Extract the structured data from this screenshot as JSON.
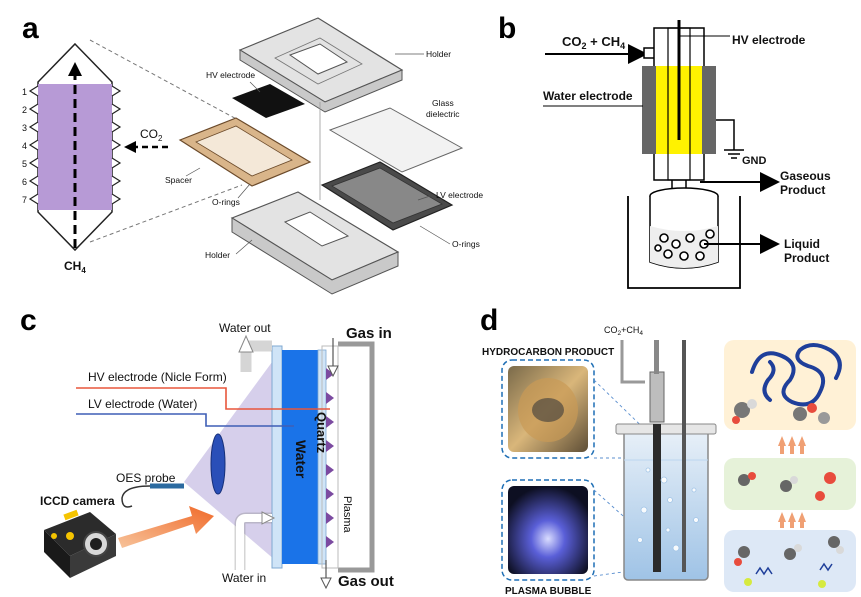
{
  "panels": {
    "a": {
      "letter": "a",
      "channel_numbers": [
        "1",
        "2",
        "3",
        "4",
        "5",
        "6",
        "7"
      ],
      "co2_label": "CO",
      "co2_sub": "2",
      "ch4_label": "CH",
      "ch4_sub": "4",
      "parts": {
        "holder_top": "Holder",
        "hv_electrode": "HV electrode",
        "glass_dielectric_1": "Glass",
        "glass_dielectric_2": "dielectric",
        "spacer": "Spacer",
        "o_rings_1": "O-rings",
        "lv_electrode": "LV electrode",
        "o_rings_2": "O-rings",
        "holder_bottom": "Holder"
      }
    },
    "b": {
      "letter": "b",
      "feed_a": "CO",
      "feed_a_sub": "2",
      "feed_plus": " + CH",
      "feed_b_sub": "4",
      "hv_electrode": "HV electrode",
      "water_electrode": "Water electrode",
      "gnd": "GND",
      "gaseous_1": "Gaseous",
      "gaseous_2": "Product",
      "liquid_1": "Liquid",
      "liquid_2": "Product"
    },
    "c": {
      "letter": "c",
      "water_out": "Water out",
      "gas_in": "Gas in",
      "hv_electrode": "HV electrode (Nicle Form)",
      "lv_electrode": "LV electrode (Water)",
      "oes_probe": "OES probe",
      "iccd_camera": "ICCD camera",
      "water_in": "Water in",
      "gas_out": "Gas out",
      "water_vertical": "Water",
      "quartz_vertical": "Quartz",
      "plasma_vertical": "Plasma"
    },
    "d": {
      "letter": "d",
      "feed": "CO",
      "feed_sub1": "2",
      "feed_plus": "+CH",
      "feed_sub2": "4",
      "hydrocarbon_product": "HYDROCARBON PRODUCT",
      "plasma_bubble": "PLASMA BUBBLE"
    }
  },
  "colors": {
    "plasma_violet": "#b79ad6",
    "yellow_water": "#fff200",
    "blue_water": "#1a73e8",
    "hv_line": "#e8573c",
    "lv_line": "#3f5fb5",
    "arrow_orange": "#f08a4b",
    "quartz_purple": "#7b4aa0"
  }
}
